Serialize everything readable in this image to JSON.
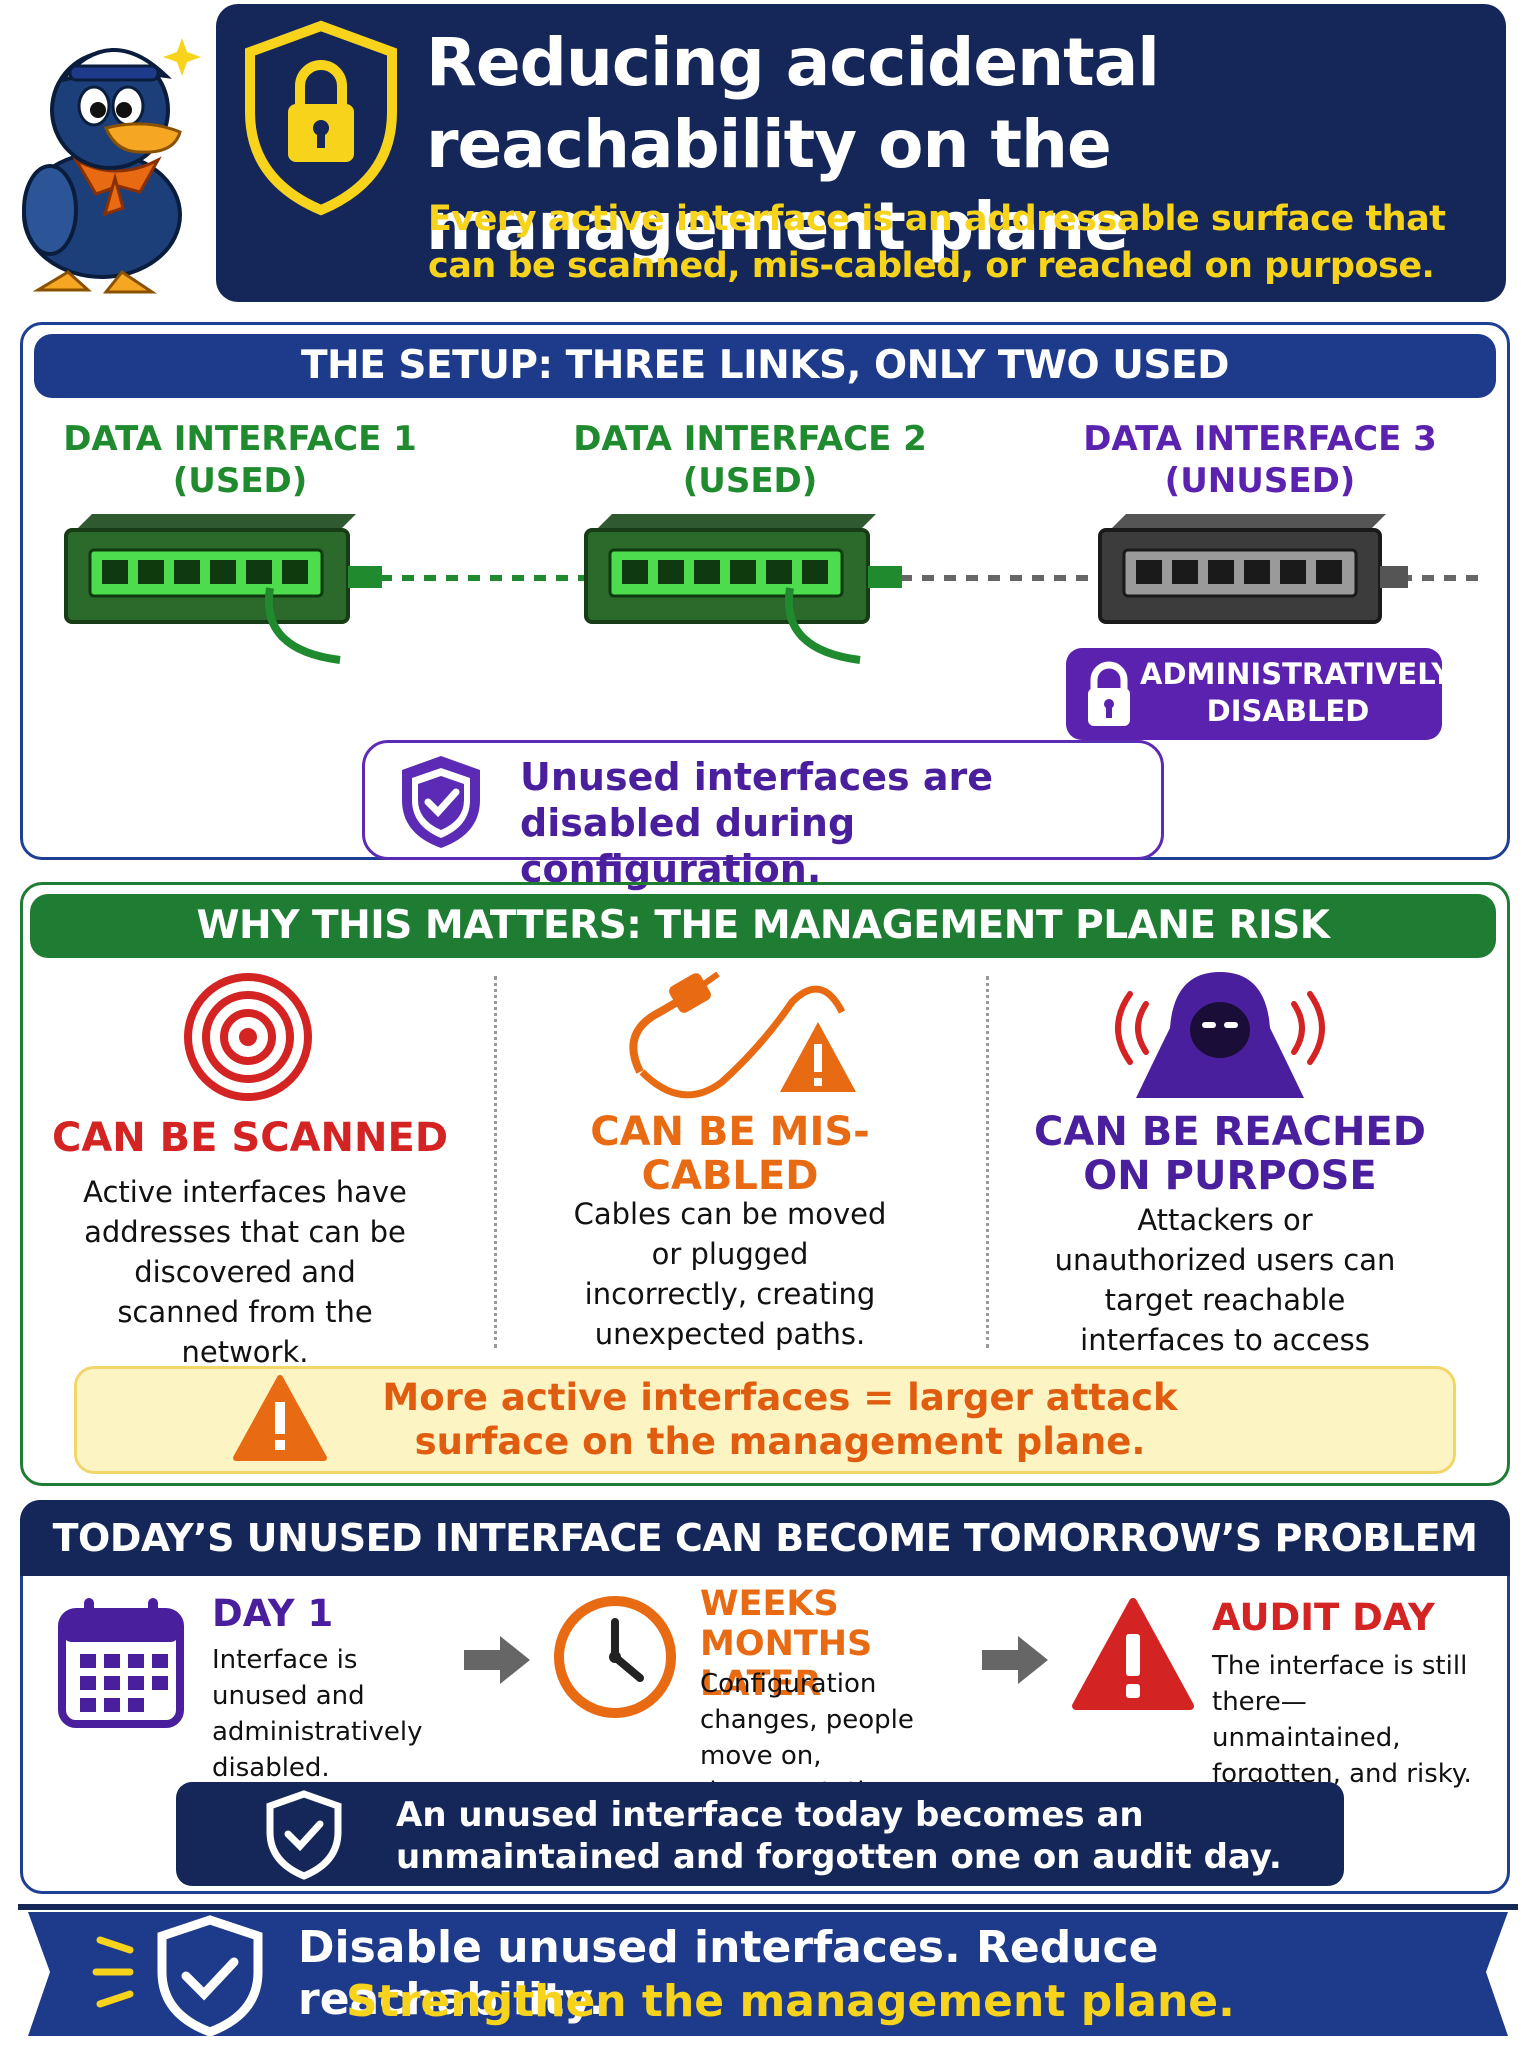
{
  "header": {
    "title": "Reducing accidental reachability on the management plane",
    "subtitle": "Every active interface is an addressable surface that can be scanned, mis-cabled, or reached on purpose."
  },
  "setup": {
    "heading": "THE SETUP: THREE LINKS, ONLY TWO USED",
    "interfaces": [
      {
        "name": "DATA INTERFACE 1",
        "state": "(USED)",
        "color": "#1f8a2e"
      },
      {
        "name": "DATA INTERFACE 2",
        "state": "(USED)",
        "color": "#1f8a2e"
      },
      {
        "name": "DATA INTERFACE 3",
        "state": "(UNUSED)",
        "color": "#5b22b0"
      }
    ],
    "badge": "ADMINISTRATIVELY DISABLED",
    "note": "Unused interfaces are disabled during configuration."
  },
  "risk": {
    "heading": "WHY THIS MATTERS: THE MANAGEMENT PLANE RISK",
    "items": [
      {
        "title": "CAN BE SCANNED",
        "desc": "Active interfaces have addresses that can be discovered and scanned from the network.",
        "color": "#d42323",
        "icon": "target-icon"
      },
      {
        "title": "CAN BE MIS-CABLED",
        "desc": "Cables can be moved or plugged incorrectly, creating unexpected paths.",
        "color": "#e86a12",
        "icon": "plug-warning-icon"
      },
      {
        "title": "CAN BE REACHED ON PURPOSE",
        "desc": "Attackers or unauthorized users can target reachable interfaces to access management services.",
        "color": "#4a1f9e",
        "icon": "hooded-attacker-icon"
      }
    ],
    "warning": "More active interfaces = larger attack surface on the management plane."
  },
  "timeline": {
    "heading": "TODAY’S UNUSED INTERFACE CAN BECOME TOMORROW’S PROBLEM",
    "steps": [
      {
        "title": "DAY 1",
        "desc": "Interface is unused and administratively disabled.",
        "color": "#4a1f9e",
        "icon": "calendar-icon"
      },
      {
        "title": "WEEKS MONTHS LATER",
        "desc": "Configuration changes, people move on, documentation drifts.",
        "color": "#e86a12",
        "icon": "clock-icon"
      },
      {
        "title": "AUDIT DAY",
        "desc": "The interface is still there—unmaintained, forgotten, and risky.",
        "color": "#d42323",
        "icon": "alert-triangle-icon"
      }
    ],
    "summary": "An unused interface today becomes an unmaintained and forgotten one on audit day."
  },
  "banner": {
    "line1": "Disable unused interfaces. Reduce reachability.",
    "line2": "Strengthen the management plane."
  }
}
